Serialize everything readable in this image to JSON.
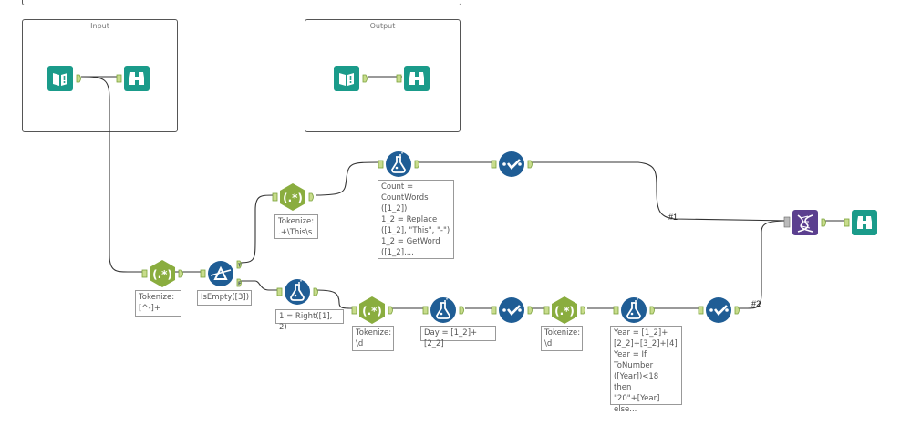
{
  "canvas": {
    "containers": [
      {
        "id": "top-container",
        "title": ""
      },
      {
        "id": "input-container",
        "title": "Input"
      },
      {
        "id": "output-container",
        "title": "Output"
      }
    ]
  },
  "tools": [
    {
      "id": "input-data",
      "type": "input-data",
      "icon": "book-icon",
      "color": "#1a9b8a",
      "container": "Input"
    },
    {
      "id": "browse-input",
      "type": "browse",
      "icon": "binoculars-icon",
      "color": "#1a9b8a",
      "container": "Input"
    },
    {
      "id": "output-data",
      "type": "input-data",
      "icon": "book-icon",
      "color": "#1a9b8a",
      "container": "Output"
    },
    {
      "id": "browse-output",
      "type": "browse",
      "icon": "binoculars-icon",
      "color": "#1a9b8a",
      "container": "Output"
    },
    {
      "id": "regex-1",
      "type": "regex",
      "icon": "regex-icon",
      "color": "#8aad3f",
      "annotation": "Tokenize:\n[^-]+"
    },
    {
      "id": "filter-1",
      "type": "filter",
      "icon": "filter-prism-icon",
      "color": "#1f5d95",
      "annotation": "IsEmpty([3])",
      "outputs": [
        "T",
        "F"
      ]
    },
    {
      "id": "regex-2",
      "type": "regex",
      "icon": "regex-icon",
      "color": "#8aad3f",
      "annotation": "Tokenize:\n.+\\This\\s"
    },
    {
      "id": "formula-1",
      "type": "formula",
      "icon": "flask-icon",
      "color": "#1f5d95",
      "annotation": "Count =\nCountWords\n([1_2])\n1_2 = Replace\n([1_2], \"This\", \"-\")\n1_2 = GetWord\n([1_2],..."
    },
    {
      "id": "select-1",
      "type": "select",
      "icon": "select-check-icon",
      "color": "#1f5d95"
    },
    {
      "id": "formula-2",
      "type": "formula",
      "icon": "flask-icon",
      "color": "#1f5d95",
      "annotation": "1 = Right([1], 2)"
    },
    {
      "id": "regex-3",
      "type": "regex",
      "icon": "regex-icon",
      "color": "#8aad3f",
      "annotation": "Tokenize:\n\\d"
    },
    {
      "id": "formula-3",
      "type": "formula",
      "icon": "flask-icon",
      "color": "#1f5d95",
      "annotation": "Day = [1_2]+[2_2]"
    },
    {
      "id": "select-2",
      "type": "select",
      "icon": "select-check-icon",
      "color": "#1f5d95"
    },
    {
      "id": "regex-4",
      "type": "regex",
      "icon": "regex-icon",
      "color": "#8aad3f",
      "annotation": "Tokenize:\n\\d"
    },
    {
      "id": "formula-4",
      "type": "formula",
      "icon": "flask-icon",
      "color": "#1f5d95",
      "annotation": "Year = [1_2]+\n[2_2]+[3_2]+[4]\nYear = If\nToNumber\n([Year])<18 then\n\"20\"+[Year]\nelse..."
    },
    {
      "id": "select-3",
      "type": "select",
      "icon": "select-check-icon",
      "color": "#1f5d95"
    },
    {
      "id": "union-1",
      "type": "union",
      "icon": "dna-icon",
      "color": "#5b3f8f"
    },
    {
      "id": "browse-final",
      "type": "browse",
      "icon": "binoculars-icon",
      "color": "#1a9b8a"
    }
  ],
  "connections": {
    "labels": [
      "#1",
      "#2"
    ]
  },
  "anchors": {
    "filter_true": "T",
    "filter_false": "F"
  },
  "colors": {
    "anchor_fill": "#c8dc8c",
    "anchor_stroke": "#7aa23a",
    "wire": "#333333"
  }
}
